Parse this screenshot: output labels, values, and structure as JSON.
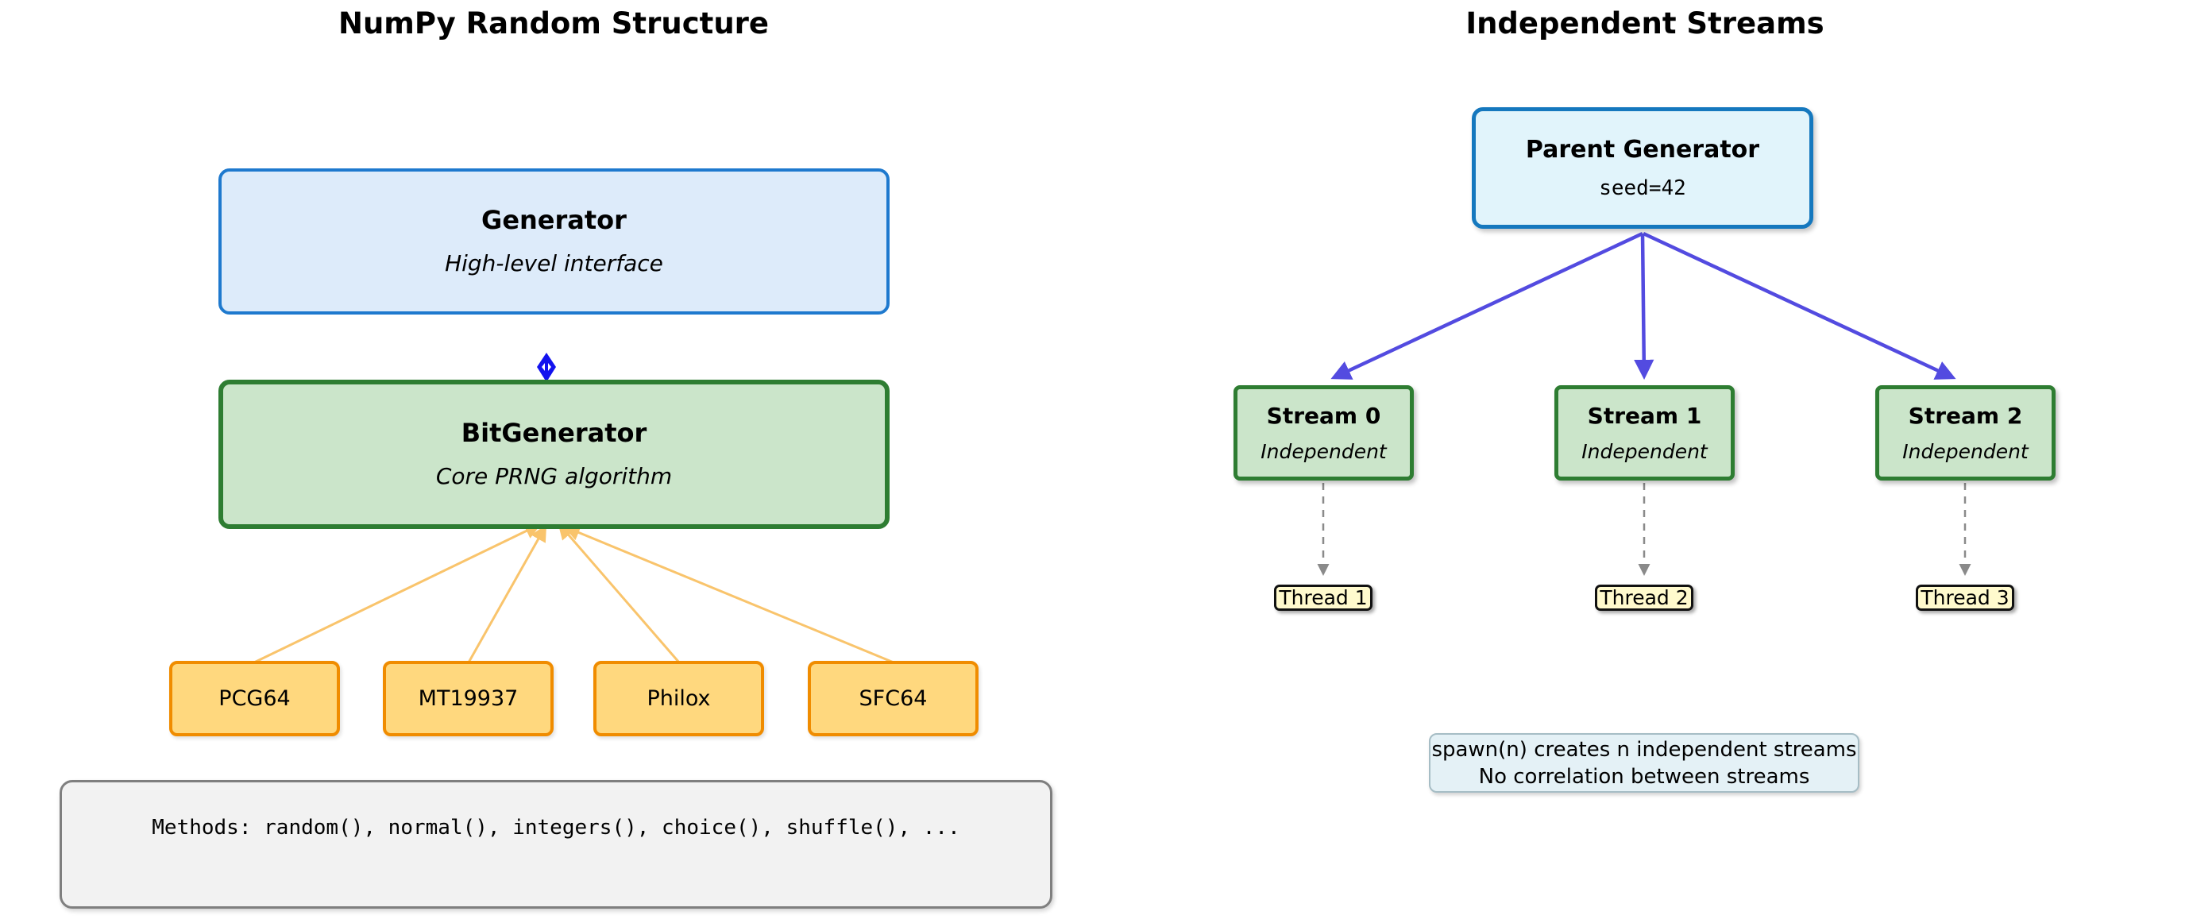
{
  "left_panel": {
    "title": "NumPy Random Structure",
    "generator": {
      "title": "Generator",
      "subtitle": "High-level interface"
    },
    "bitgenerator": {
      "title": "BitGenerator",
      "subtitle": "Core PRNG algorithm"
    },
    "algorithms": [
      {
        "label": "PCG64"
      },
      {
        "label": "MT19937"
      },
      {
        "label": "Philox"
      },
      {
        "label": "SFC64"
      }
    ],
    "methods": {
      "text": "Methods: random(), normal(), integers(), choice(), shuffle(), ..."
    }
  },
  "right_panel": {
    "title": "Independent Streams",
    "parent": {
      "title": "Parent Generator",
      "seed": "seed=42"
    },
    "streams": [
      {
        "title": "Stream 0",
        "subtitle": "Independent"
      },
      {
        "title": "Stream 1",
        "subtitle": "Independent"
      },
      {
        "title": "Stream 2",
        "subtitle": "Independent"
      }
    ],
    "threads": [
      {
        "label": "Thread 1"
      },
      {
        "label": "Thread 2"
      },
      {
        "label": "Thread 3"
      }
    ],
    "note": {
      "line1": "spawn(n) creates n independent streams",
      "line2": "No correlation between streams"
    }
  },
  "colors": {
    "generator_fill": "#ddebfa",
    "generator_border": "#1e79ce",
    "parent_fill": "#e1f4fb",
    "parent_border": "#1578be",
    "green_fill": "#cbe5ca",
    "green_border": "#2e7d32",
    "orange_fill": "#ffd87e",
    "orange_border": "#f08c00",
    "orange_connector": "#f9c46c",
    "violet_arrow": "#534be0",
    "blue_diamond": "#1212ee",
    "dashed_gray": "#8a8a8a",
    "thread_fill": "#fffacd",
    "note_fill": "#e4f1f6",
    "methods_fill": "#f2f2f2"
  }
}
